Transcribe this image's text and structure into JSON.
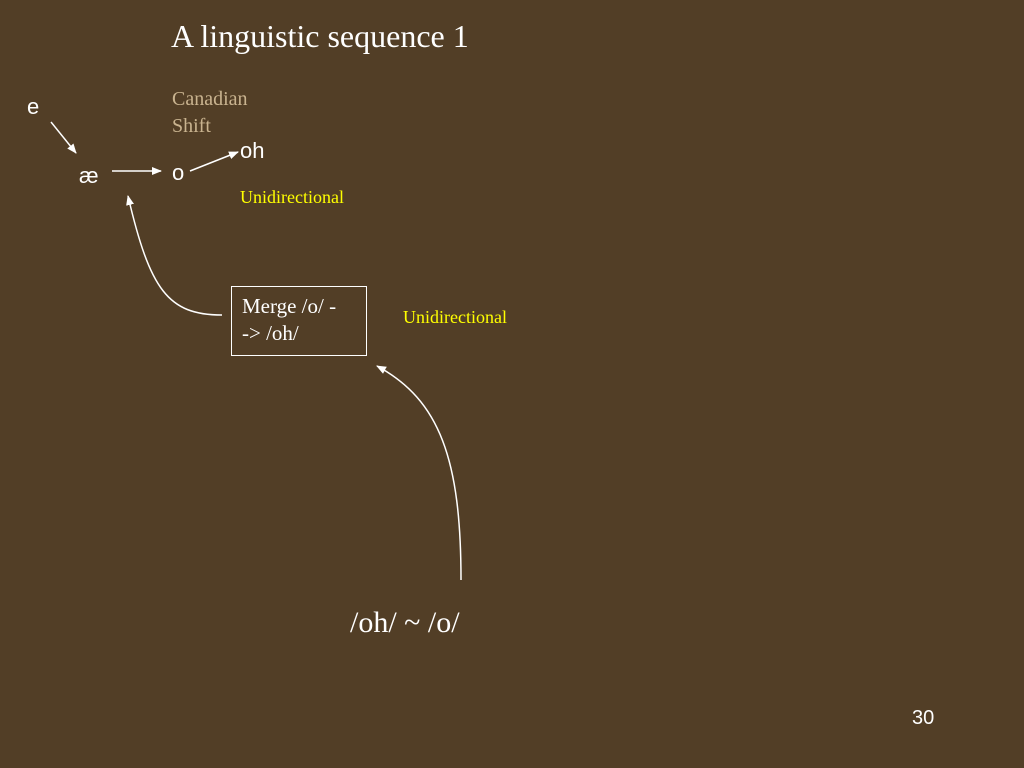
{
  "slide": {
    "title": "A linguistic sequence 1",
    "shift_label": "Canadian Shift",
    "vowels": {
      "e": "e",
      "ae": "æ",
      "o": "o",
      "oh": "oh"
    },
    "unidirectional_top": "Unidirectional",
    "unidirectional_merge": "Unidirectional",
    "merge_box": {
      "line1": "Merge /o/ -",
      "line2": "->  /oh/"
    },
    "bottom_formula": "/oh/ ~ /o/",
    "page_number": "30"
  },
  "colors": {
    "background": "#523e26",
    "text": "#ffffff",
    "shift_label": "#c9b38f",
    "annotation": "#ffff00"
  }
}
